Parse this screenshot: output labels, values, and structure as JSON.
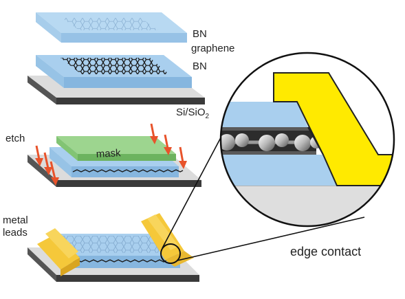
{
  "labels": {
    "top_bn": "BN",
    "graphene": "graphene",
    "bottom_bn": "BN",
    "substrate_main": "Si/SiO",
    "substrate_sub": "2",
    "etch": "etch",
    "mask": "mask",
    "metal_line1": "metal",
    "metal_line2": "leads",
    "edge_contact": "edge contact"
  },
  "colors": {
    "bn_blue": "#a9cfee",
    "bn_blue_dark": "#7fb0dc",
    "mask_green": "#9dd58f",
    "metal_yellow": "#f5c83a",
    "contact_yellow": "#ffea00",
    "arrow_red": "#e8532b",
    "substrate_gray": "#d6d6d6",
    "substrate_dark": "#3b3b3b"
  }
}
